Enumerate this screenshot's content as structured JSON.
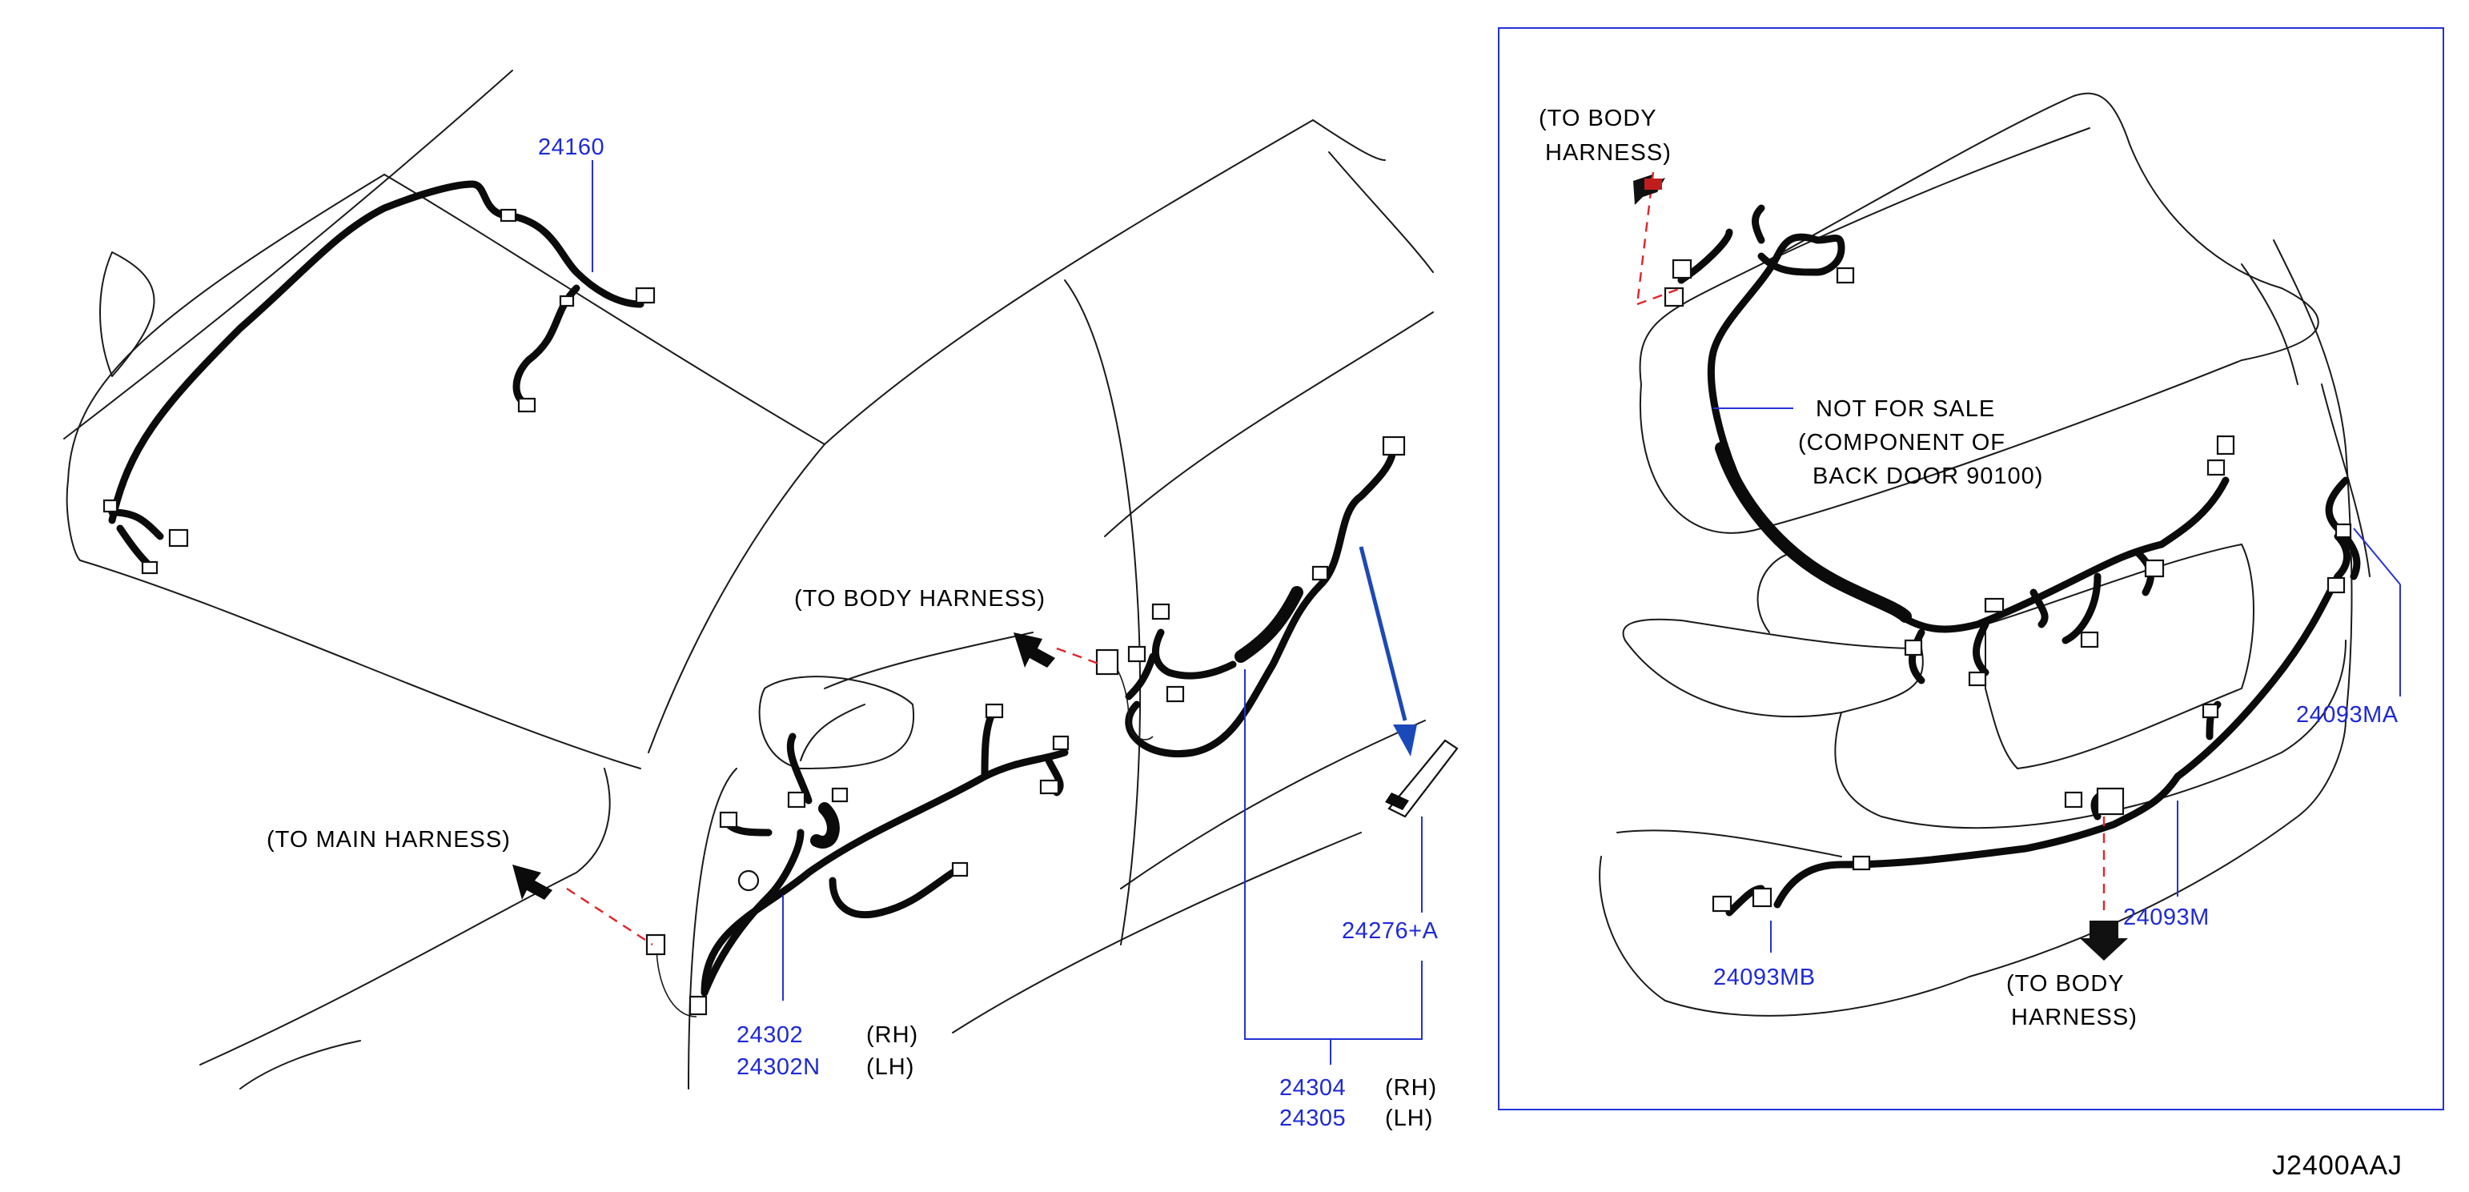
{
  "colors": {
    "part_number": "#1e2ad6",
    "leader": "#2433d4",
    "connection_dash": "#e0242a",
    "outline": "#1a1a1a",
    "harness": "#0b0b0b",
    "inset_frame": "#2433d4"
  },
  "icons": [
    "arrow-icon",
    "connector-icon",
    "grommet-icon"
  ],
  "main_view": {
    "labels": {
      "to_body_harness": "(TO BODY HARNESS)",
      "to_main_harness": "(TO MAIN HARNESS)"
    },
    "parts": {
      "roof": "24160",
      "front_door_rh": "24302",
      "front_door_lh": "24302N",
      "rear_door_rh": "24304",
      "rear_door_lh": "24305",
      "clip": "24276+A"
    },
    "sides": {
      "rh": "(RH)",
      "lh": "(LH)"
    }
  },
  "inset_view": {
    "labels": {
      "to_body_harness_top_1": "(TO BODY",
      "to_body_harness_top_2": "HARNESS)",
      "to_body_harness_bottom_1": "(TO BODY",
      "to_body_harness_bottom_2": "HARNESS)",
      "not_for_sale_1": "NOT FOR SALE",
      "not_for_sale_2": "(COMPONENT OF",
      "not_for_sale_3": "BACK DOOR 90100)"
    },
    "parts": {
      "back_harness": "24093M",
      "back_harness_a": "24093MA",
      "back_harness_b": "24093MB"
    }
  },
  "diagram_code": "J2400AAJ"
}
